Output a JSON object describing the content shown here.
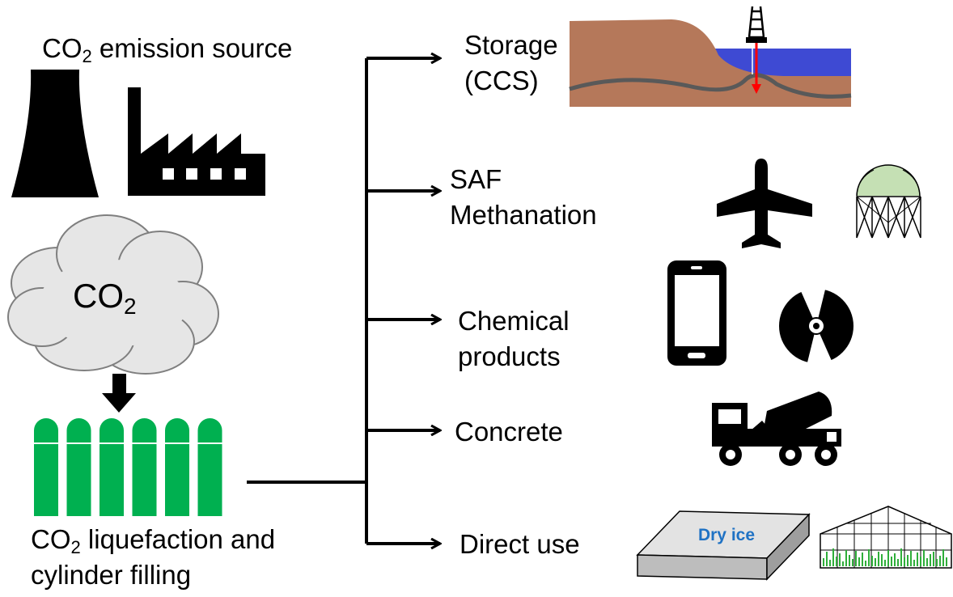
{
  "source": {
    "title_prefix": "CO",
    "title_sub": "2",
    "title_suffix": " emission source",
    "icons": [
      "cooling-tower-icon",
      "factory-icon"
    ]
  },
  "cloud": {
    "main": "CO",
    "sub": "2"
  },
  "liquefaction": {
    "line1_prefix": "CO",
    "line1_sub": "2",
    "line1_suffix": " liquefaction and",
    "line2": "cylinder filling",
    "cylinder_count": 6
  },
  "uses": [
    {
      "id": "storage",
      "lines": [
        "Storage",
        "(CCS)"
      ],
      "icons": [
        "geological-storage-icon"
      ]
    },
    {
      "id": "saf",
      "lines": [
        "SAF",
        "Methanation"
      ],
      "icons": [
        "airplane-icon",
        "gas-holder-icon"
      ]
    },
    {
      "id": "chemical",
      "lines": [
        "Chemical",
        "products"
      ],
      "icons": [
        "smartphone-icon",
        "disc-icon"
      ]
    },
    {
      "id": "concrete",
      "lines": [
        "Concrete"
      ],
      "icons": [
        "concrete-mixer-truck-icon"
      ]
    },
    {
      "id": "direct",
      "lines": [
        "Direct use"
      ],
      "icons": [
        "dry-ice-block-icon",
        "greenhouse-icon"
      ]
    }
  ],
  "dry_ice_label": "Dry ice",
  "colors": {
    "cylinder_green": "#00b050",
    "cloud_fill": "#e6e6e6",
    "earth_brown": "#b5785a",
    "sea_blue": "#3e4ad3",
    "drill_arrow_red": "#ff0000",
    "dry_ice_text_blue": "#1f72c4",
    "gas_holder_green": "#c5e0b4",
    "greenhouse_plant_green": "#2fae3a"
  }
}
